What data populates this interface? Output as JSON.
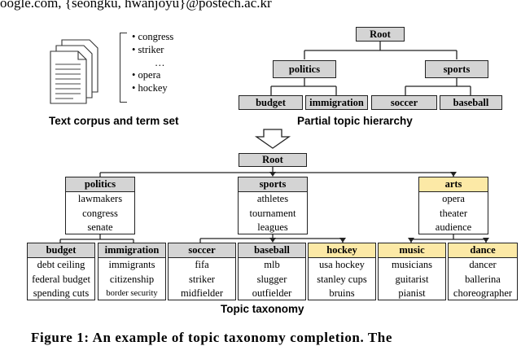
{
  "header_fragment": "oogle.com, {seongku, hwanjoyu}@postech.ac.kr",
  "corpus": {
    "caption": "Text corpus and term set",
    "terms": [
      "congress",
      "striker",
      "…",
      "opera",
      "hockey"
    ]
  },
  "partial": {
    "caption": "Partial topic hierarchy",
    "root": "Root",
    "level1": [
      "politics",
      "sports"
    ],
    "level2": [
      "budget",
      "immigration",
      "soccer",
      "baseball"
    ]
  },
  "taxonomy": {
    "caption": "Topic taxonomy",
    "root": "Root",
    "level1": [
      {
        "name": "politics",
        "terms": [
          "lawmakers",
          "congress",
          "senate"
        ],
        "new": false
      },
      {
        "name": "sports",
        "terms": [
          "athletes",
          "tournament",
          "leagues"
        ],
        "new": false
      },
      {
        "name": "arts",
        "terms": [
          "opera",
          "theater",
          "audience"
        ],
        "new": true
      }
    ],
    "level2": [
      {
        "name": "budget",
        "terms": [
          "debt ceiling",
          "federal budget",
          "spending cuts"
        ],
        "new": false
      },
      {
        "name": "immigration",
        "terms": [
          "immigrants",
          "citizenship",
          "border security"
        ],
        "new": false
      },
      {
        "name": "soccer",
        "terms": [
          "fifa",
          "striker",
          "midfielder"
        ],
        "new": false
      },
      {
        "name": "baseball",
        "terms": [
          "mlb",
          "slugger",
          "outfielder"
        ],
        "new": false
      },
      {
        "name": "hockey",
        "terms": [
          "usa hockey",
          "stanley cups",
          "bruins"
        ],
        "new": true
      },
      {
        "name": "music",
        "terms": [
          "musicians",
          "guitarist",
          "pianist"
        ],
        "new": true
      },
      {
        "name": "dance",
        "terms": [
          "dancer",
          "ballerina",
          "choreographer"
        ],
        "new": true
      }
    ]
  },
  "figure_caption": "Figure 1: An example of topic taxonomy completion. The",
  "colors": {
    "existing_header": "#d4d4d4",
    "new_node": "#fce9a6",
    "border": "#222222"
  }
}
